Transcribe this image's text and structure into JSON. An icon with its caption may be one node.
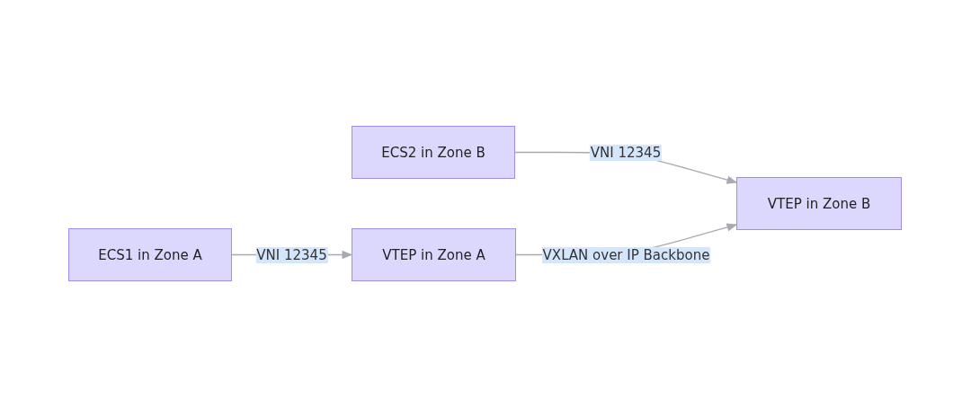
{
  "diagram": {
    "nodes": [
      {
        "text": [
          "ECS2 in Zone B"
        ]
      },
      {
        "text": [
          "VTEP in Zone B"
        ]
      },
      {
        "text": [
          "ECS1 in Zone A"
        ]
      },
      {
        "text": [
          "VTEP in Zone A"
        ]
      }
    ],
    "edges": [
      {
        "from": 2,
        "to": 3,
        "arrow": "to",
        "label": "VNI 12345"
      },
      {
        "from": 0,
        "to": 1,
        "arrow": "to",
        "label": "VNI 12345"
      },
      {
        "from": 3,
        "to": 1,
        "arrow": "to",
        "label": "VXLAN over IP Backbone"
      }
    ]
  }
}
